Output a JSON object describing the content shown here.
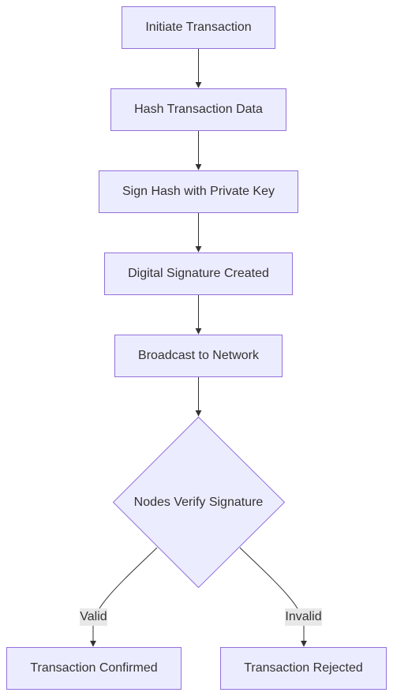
{
  "nodes": {
    "initiate": "Initiate Transaction",
    "hash": "Hash Transaction Data",
    "sign": "Sign Hash with Private Key",
    "signature": "Digital Signature Created",
    "broadcast": "Broadcast to Network",
    "verify": "Nodes Verify Signature",
    "confirmed": "Transaction Confirmed",
    "rejected": "Transaction Rejected"
  },
  "edges": {
    "valid": "Valid",
    "invalid": "Invalid"
  },
  "colors": {
    "node_fill": "#ececff",
    "node_stroke": "#9370db",
    "edge": "#333333",
    "label_bg": "#e8e8e8"
  }
}
